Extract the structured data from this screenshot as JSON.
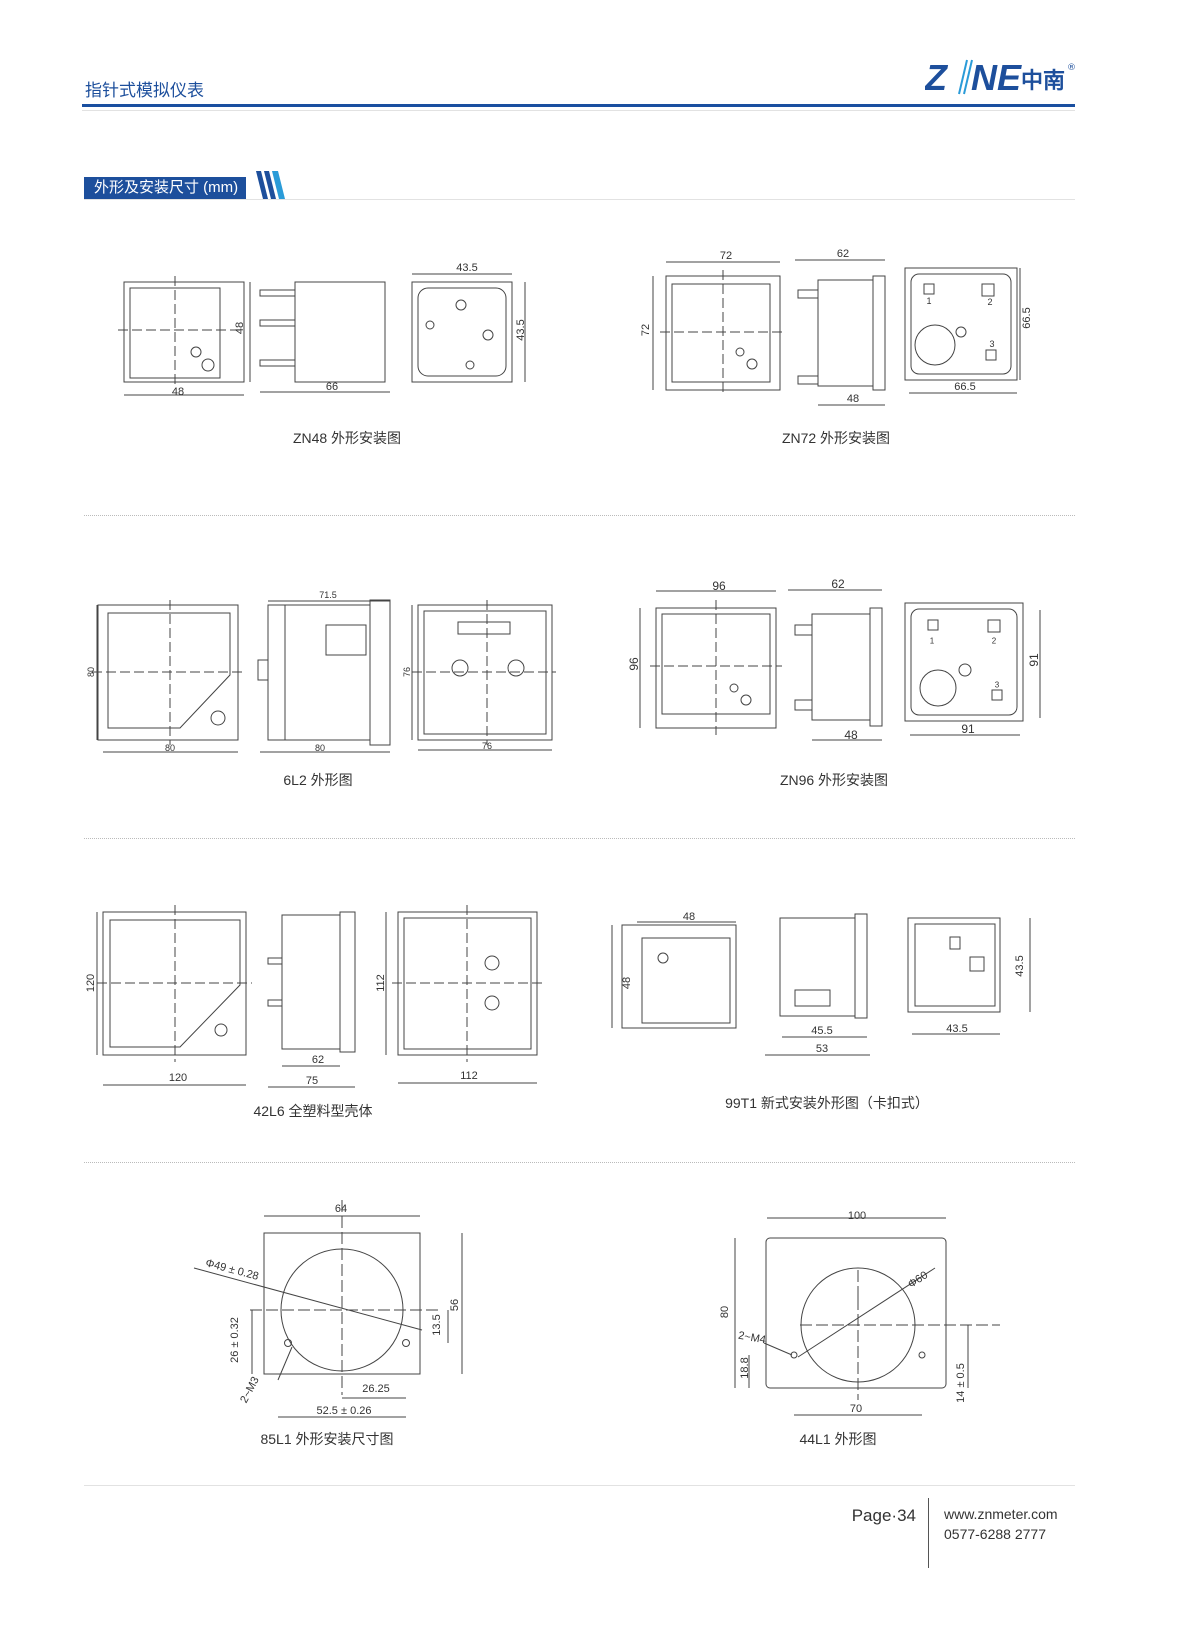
{
  "header": {
    "title": "指针式模拟仪表",
    "logo_text": "ZONE",
    "logo_cn": "中南",
    "logo_mark": "®"
  },
  "section": {
    "title": "外形及安装尺寸 (mm)"
  },
  "colors": {
    "brand": "#1d4f9c",
    "accent": "#2a9bd8"
  },
  "drawings": [
    {
      "caption": "ZN48 外形安装图",
      "dims": [
        "48",
        "48",
        "66",
        "43.5",
        "43.5"
      ]
    },
    {
      "caption": "ZN72 外形安装图",
      "dims": [
        "72",
        "72",
        "62",
        "48",
        "66.5",
        "66.5",
        "1",
        "2",
        "3"
      ]
    },
    {
      "caption": "6L2 外形图",
      "dims": [
        "80",
        "80",
        "71.5",
        "80",
        "76",
        "76"
      ]
    },
    {
      "caption": "ZN96 外形安装图",
      "dims": [
        "96",
        "96",
        "62",
        "48",
        "91",
        "91",
        "1",
        "2",
        "3"
      ]
    },
    {
      "caption": "42L6 全塑料型壳体",
      "dims": [
        "120",
        "120",
        "62",
        "75",
        "112",
        "112"
      ]
    },
    {
      "caption": "99T1 新式安装外形图（卡扣式）",
      "dims": [
        "48",
        "48",
        "45.5",
        "53",
        "43.5",
        "43.5"
      ]
    },
    {
      "caption": "85L1 外形安装尺寸图",
      "dims": [
        "64",
        "Φ49 ± 0.28",
        "56",
        "13.5",
        "26 ± 0.32",
        "2~M3",
        "26.25",
        "52.5 ± 0.26"
      ]
    },
    {
      "caption": "44L1 外形图",
      "dims": [
        "100",
        "Φ60",
        "80",
        "2~M4",
        "18.8",
        "14 ± 0.5",
        "70"
      ]
    }
  ],
  "footer": {
    "page": "Page·34",
    "url": "www.znmeter.com",
    "phone": "0577-6288 2777"
  }
}
